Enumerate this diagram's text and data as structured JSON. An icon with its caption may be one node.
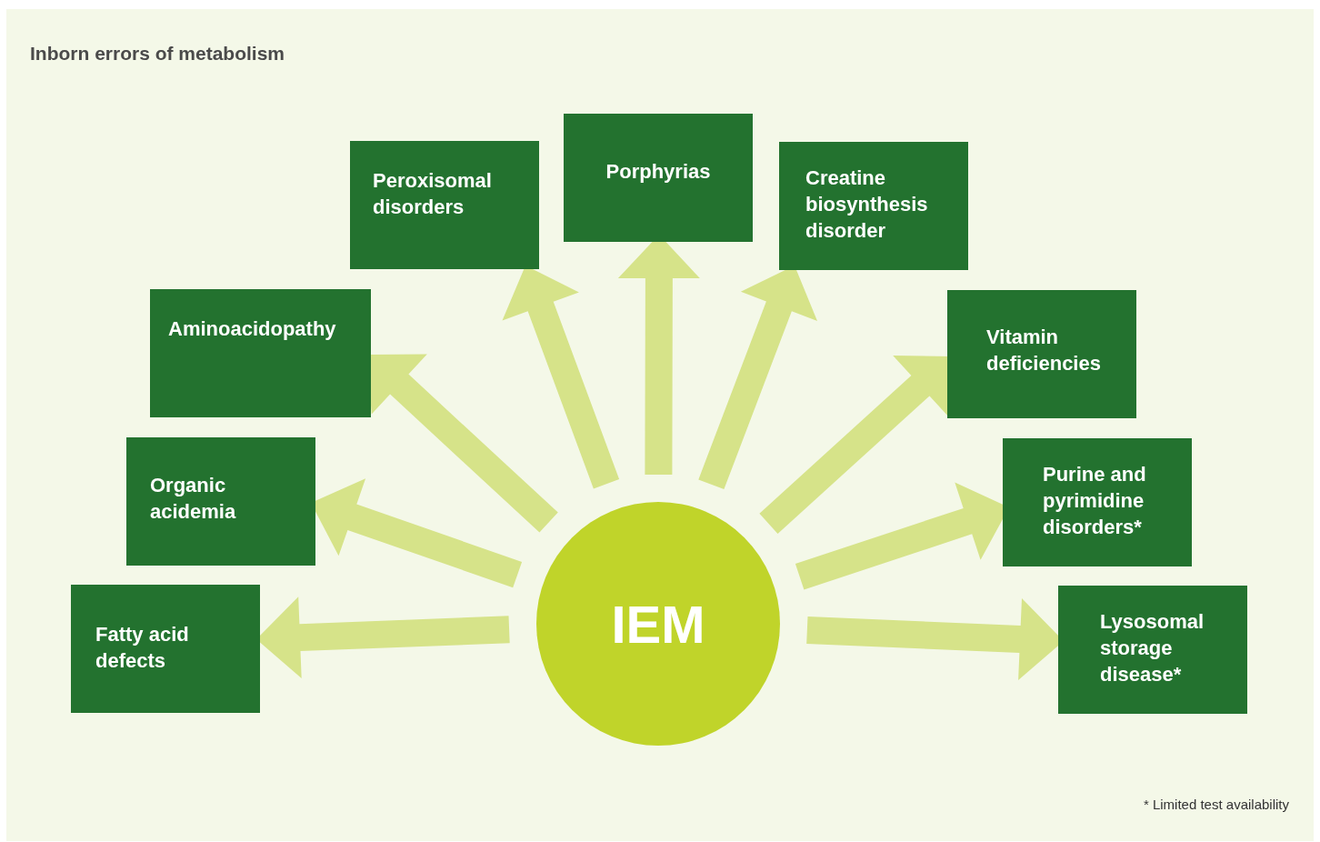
{
  "diagram": {
    "title": "Inborn errors of metabolism",
    "nodes": [
      {
        "text": [
          "IEM"
        ]
      },
      {
        "text": [
          "Porphyrias"
        ]
      },
      {
        "text": [
          "Peroxisomal disorders"
        ]
      },
      {
        "text": [
          "Creatine biosynthesis disorder"
        ]
      },
      {
        "text": [
          "Aminoacidopathy"
        ]
      },
      {
        "text": [
          "Vitamin deficiencies"
        ]
      },
      {
        "text": [
          "Organic acidemia"
        ]
      },
      {
        "text": [
          "Purine and pyrimidine disorders*"
        ]
      },
      {
        "text": [
          "Fatty acid defects"
        ]
      },
      {
        "text": [
          "Lysosomal storage disease*"
        ]
      }
    ],
    "edges": [
      {
        "from": 0,
        "to": 1,
        "arrow": "to"
      },
      {
        "from": 0,
        "to": 2,
        "arrow": "to"
      },
      {
        "from": 0,
        "to": 3,
        "arrow": "to"
      },
      {
        "from": 0,
        "to": 4,
        "arrow": "to"
      },
      {
        "from": 0,
        "to": 5,
        "arrow": "to"
      },
      {
        "from": 0,
        "to": 6,
        "arrow": "to"
      },
      {
        "from": 0,
        "to": 7,
        "arrow": "to"
      },
      {
        "from": 0,
        "to": 8,
        "arrow": "to"
      },
      {
        "from": 0,
        "to": 9,
        "arrow": "to"
      }
    ],
    "labels": [
      "* Limited test availability"
    ]
  }
}
